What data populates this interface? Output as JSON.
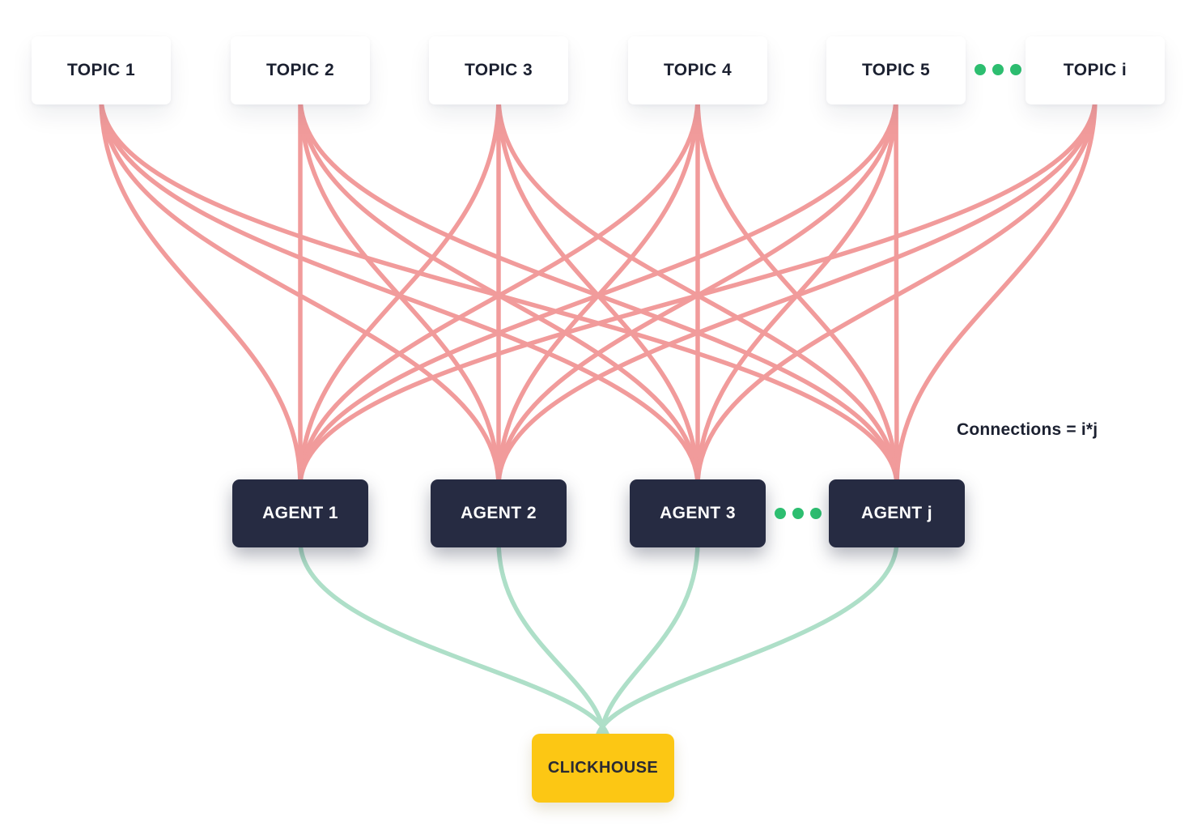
{
  "nodes": {
    "topics": [
      "TOPIC 1",
      "TOPIC 2",
      "TOPIC 3",
      "TOPIC 4",
      "TOPIC 5",
      "TOPIC i"
    ],
    "agents": [
      "AGENT 1",
      "AGENT 2",
      "AGENT 3",
      "AGENT j"
    ],
    "database": "CLICKHOUSE"
  },
  "annotation": {
    "connections_formula": "Connections = i*j"
  },
  "colors": {
    "topic_to_agent_link": "#F19B9B",
    "agent_to_db_link": "#AEDFC8",
    "ellipsis_dot": "#2DBE70",
    "agent_box": "#262B42",
    "database_box": "#FCC714",
    "text_dark": "#1B2030"
  }
}
